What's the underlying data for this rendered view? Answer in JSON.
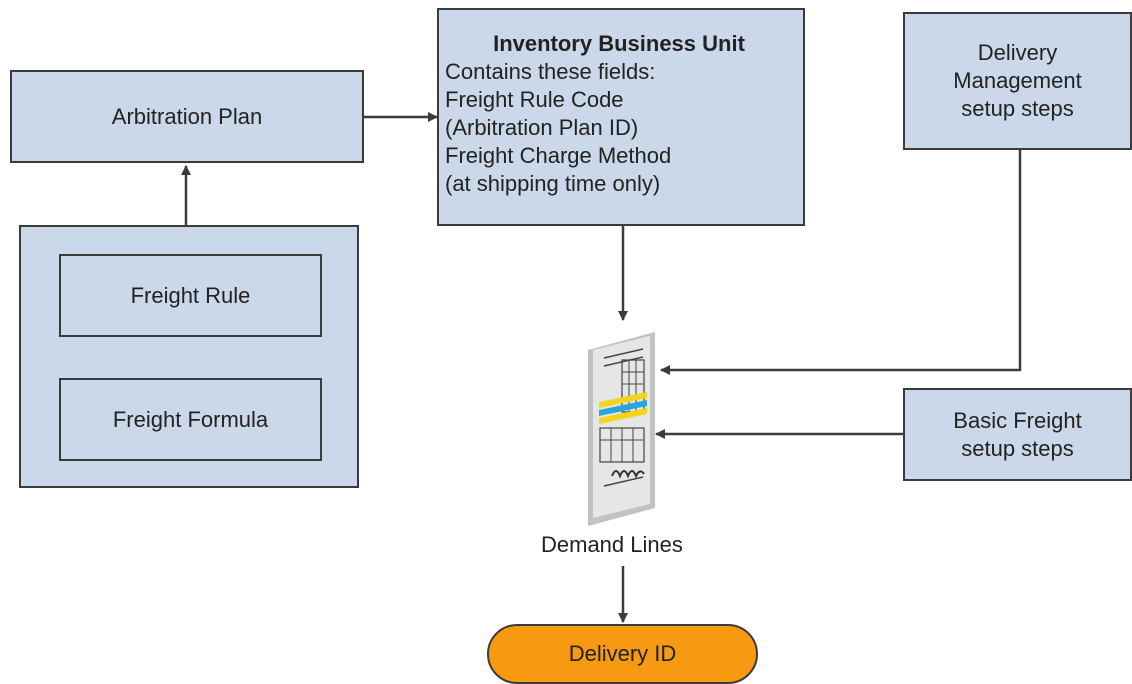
{
  "nodes": {
    "arbitration_plan": "Arbitration Plan",
    "freight_rule": "Freight Rule",
    "freight_formula": "Freight Formula",
    "inventory_business_unit": {
      "title": "Inventory Business Unit",
      "lines": [
        "Contains these fields:",
        "Freight Rule Code",
        "(Arbitration Plan ID)",
        "Freight Charge Method",
        "(at shipping time only)"
      ]
    },
    "delivery_management": {
      "lines": [
        "Delivery",
        "Management",
        "setup steps"
      ]
    },
    "basic_freight": {
      "lines": [
        "Basic Freight",
        "setup steps"
      ]
    },
    "demand_lines": "Demand Lines",
    "delivery_id": "Delivery ID"
  },
  "colors": {
    "box_fill": "#cad8ea",
    "border": "#3b3b3b",
    "delivery_fill": "#f79a12",
    "document_highlight_yellow": "#f2d51a",
    "document_highlight_blue": "#29a6d9"
  },
  "icons": {
    "demand_lines": "document-form-icon"
  }
}
